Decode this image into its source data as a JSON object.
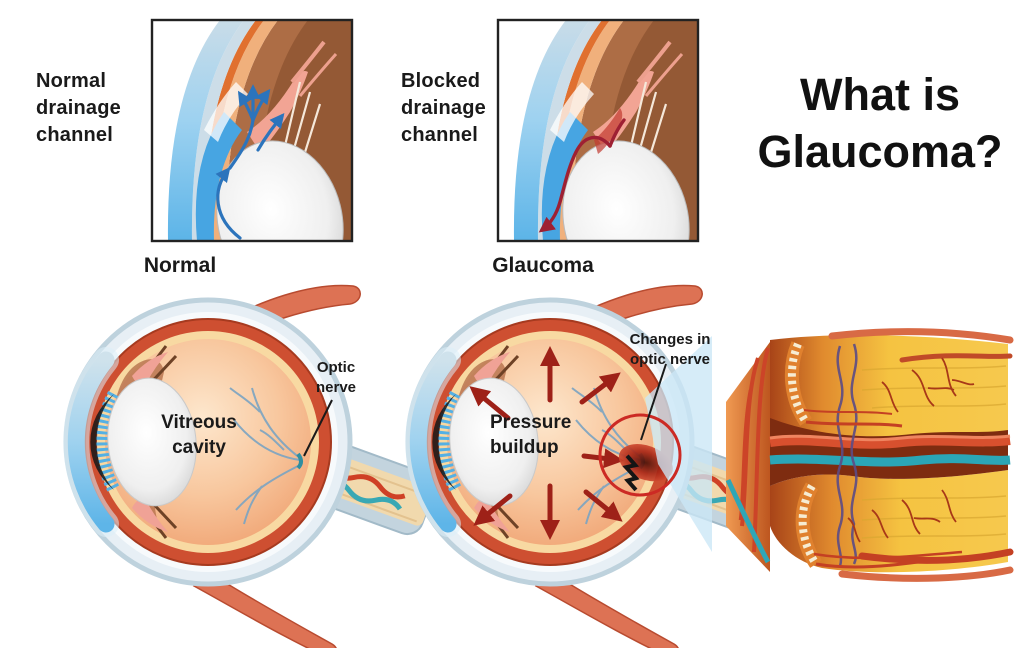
{
  "title": {
    "lines": [
      "What is",
      "Glaucoma?"
    ]
  },
  "insets": {
    "normal": {
      "caption_lines": [
        "Normal",
        "drainage",
        "channel"
      ]
    },
    "blocked": {
      "caption_lines": [
        "Blocked",
        "drainage",
        "channel"
      ]
    }
  },
  "eyes": {
    "normal": {
      "label": "Normal",
      "vitreous_label_lines": [
        "Vitreous",
        "cavity"
      ],
      "optic_nerve_label_lines": [
        "Optic",
        "nerve"
      ]
    },
    "glaucoma": {
      "label": "Glaucoma",
      "pressure_label_lines": [
        "Pressure",
        "buildup"
      ],
      "changes_label_lines": [
        "Changes in",
        "optic nerve"
      ]
    }
  },
  "colors": {
    "text": "#1a1a1a",
    "normal_flow_arrow": "#2c74bc",
    "blocked_flow_arrow": "#9e2033",
    "pressure_arrow": "#9e2118",
    "highlight_circle": "#cc2a24",
    "cornea_blue": "#5eb5e8",
    "sclera_blue_gray": "#bed2dd",
    "retina_red": "#ce4f31",
    "vitreous_orange": "#ef9f6e",
    "nerve_fiber_yellow": "#f5c341",
    "artery_red": "#d8502e",
    "vein_teal": "#2ba6b6",
    "magnifier_beam_blue": "#cbe7f6"
  }
}
